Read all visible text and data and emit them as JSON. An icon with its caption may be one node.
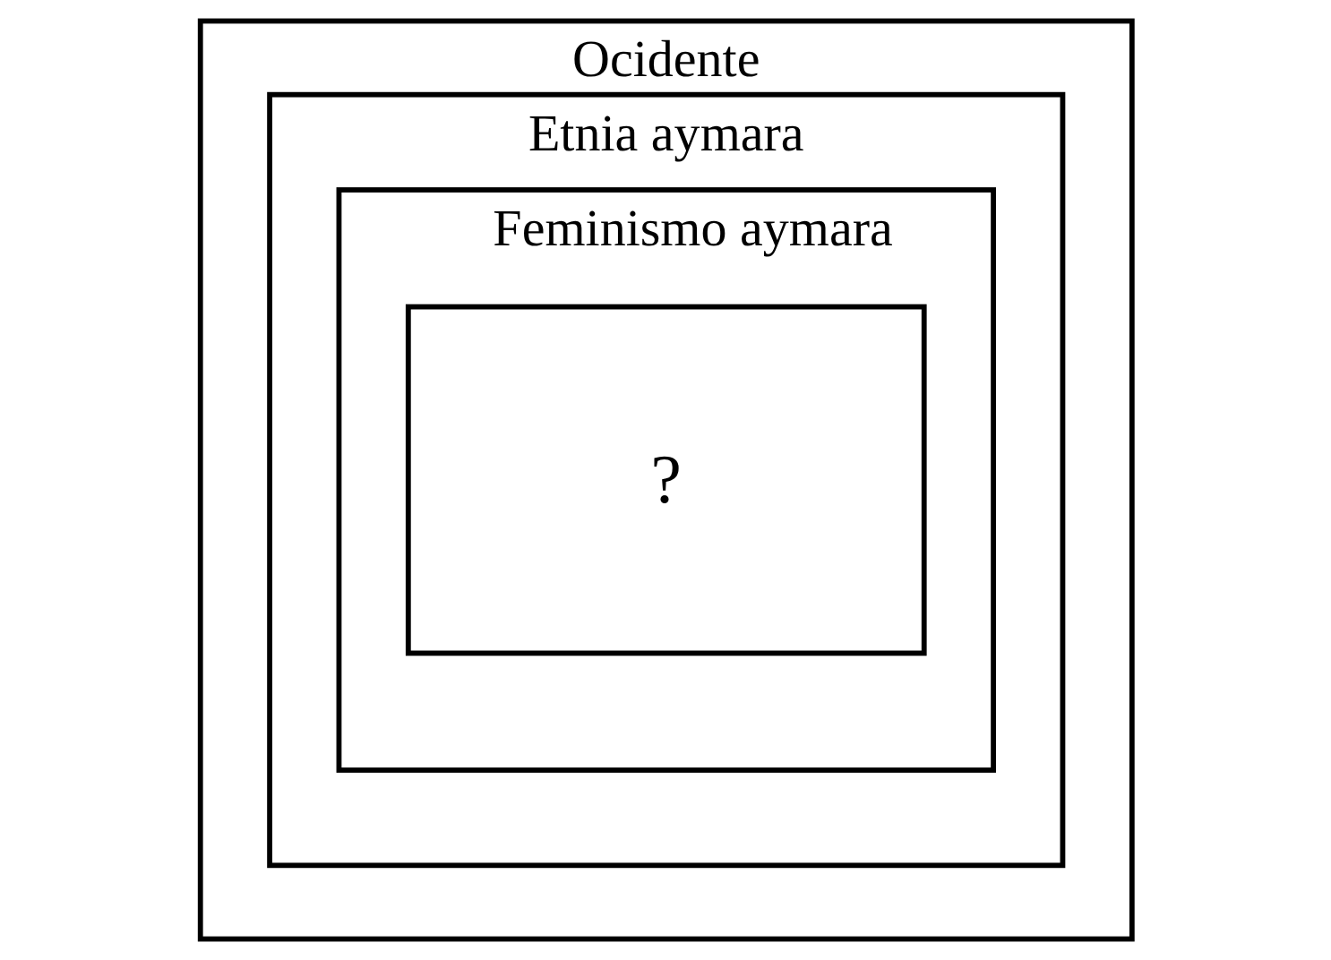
{
  "diagram": {
    "nodes": [
      {
        "text": [
          "Ocidente"
        ]
      },
      {
        "text": [
          "Etnia aymara"
        ],
        "in": 0
      },
      {
        "text": [
          "Feminismo aymara"
        ],
        "in": 1
      },
      {
        "text": [
          "?"
        ],
        "in": 2
      }
    ]
  }
}
